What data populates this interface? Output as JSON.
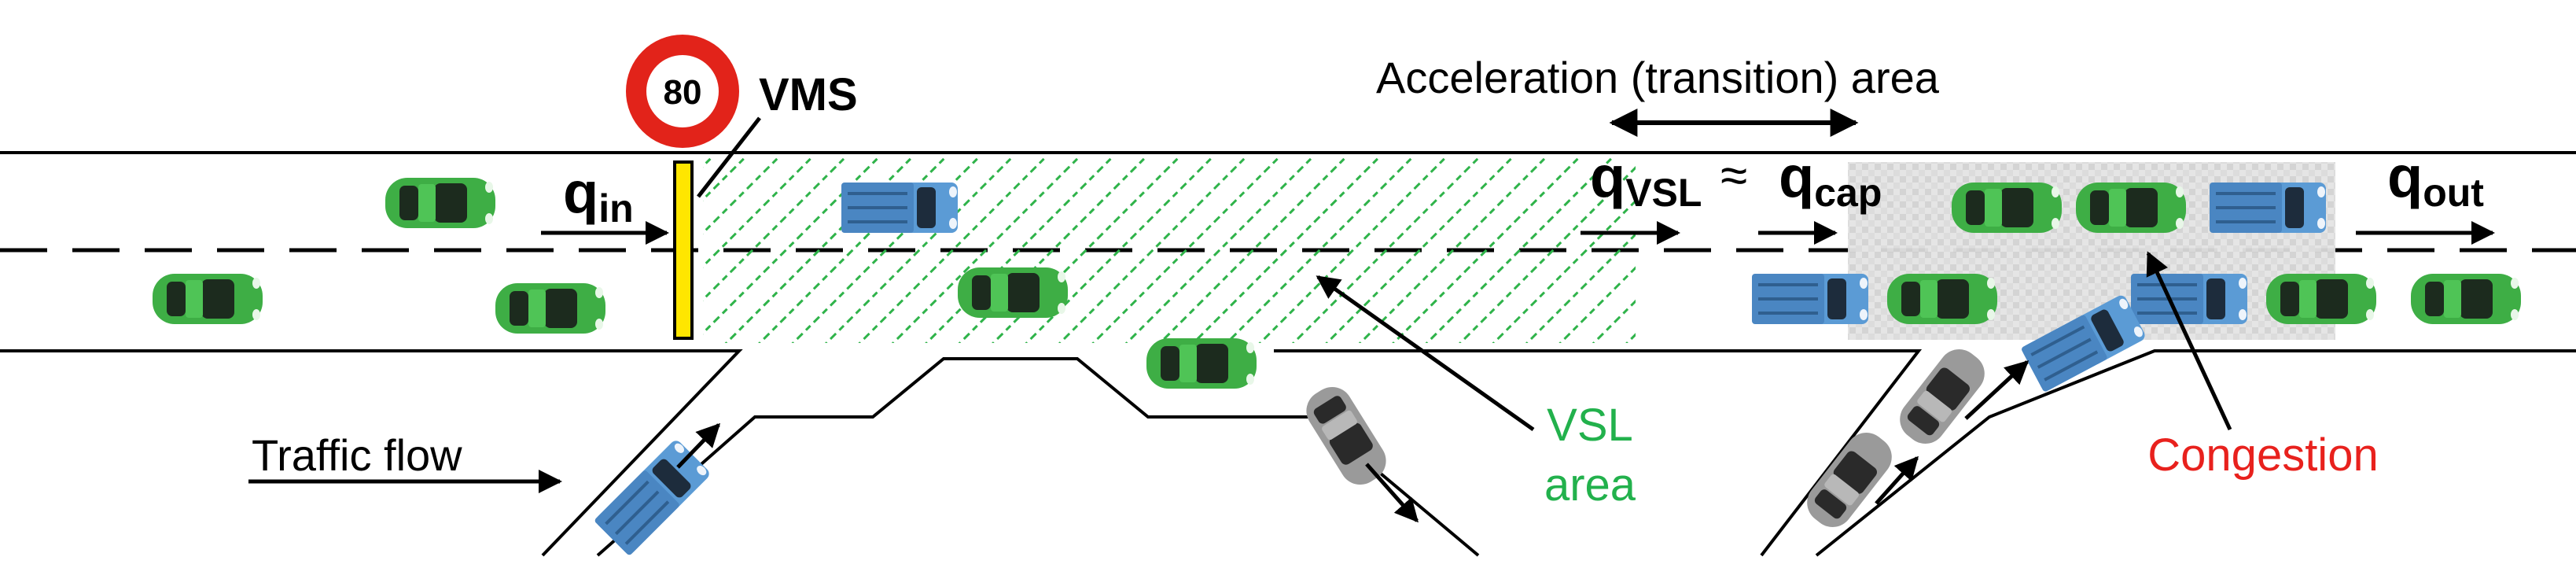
{
  "labels": {
    "vms_value": "80",
    "vms": "VMS",
    "q_in_main": "q",
    "q_in_sub": "in",
    "q_vsl_main": "q",
    "q_vsl_sub": "VSL",
    "approx": "≈",
    "q_cap_main": "q",
    "q_cap_sub": "cap",
    "q_out_main": "q",
    "q_out_sub": "out",
    "acceleration_area": "Acceleration (transition) area",
    "traffic_flow": "Traffic flow",
    "vsl_line1": "VSL",
    "vsl_line2": "area",
    "congestion": "Congestion"
  },
  "colors": {
    "road_line": "#000000",
    "vsl_hatch": "#2fb34a",
    "vsl_text": "#22b14c",
    "congestion_text": "#e8211d",
    "car_green": "#3eae45",
    "car_blue": "#5b9bd5",
    "sign_red": "#e2231a",
    "vms_yellow": "#ffe600"
  },
  "icons": [
    "speed-limit-sign-icon",
    "vms-bar-icon",
    "car-icon",
    "pickup-truck-icon",
    "arrow-icon"
  ]
}
